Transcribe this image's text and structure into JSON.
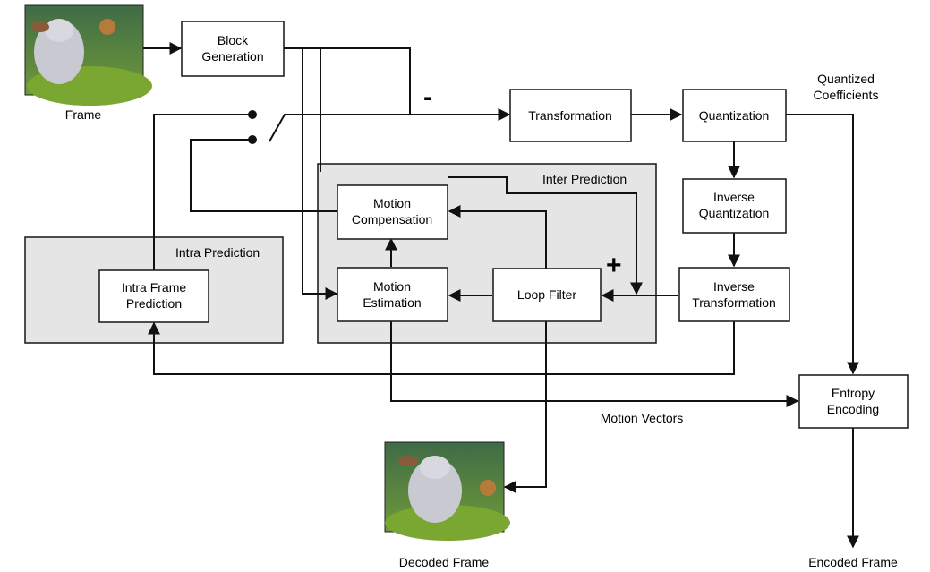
{
  "diagram": {
    "frame_label": "Frame",
    "quantized_coefficients_label": [
      "Quantized",
      "Coefficients"
    ],
    "minus_sign": "-",
    "plus_sign": "+",
    "motion_vectors_label": "Motion Vectors",
    "decoded_frame_label": "Decoded Frame",
    "encoded_frame_label": "Encoded Frame",
    "groups": {
      "inter_prediction": "Inter Prediction",
      "intra_prediction": "Intra Prediction"
    },
    "boxes": {
      "block_generation": [
        "Block",
        "Generation"
      ],
      "transformation": [
        "Transformation"
      ],
      "quantization": [
        "Quantization"
      ],
      "inverse_quantization": [
        "Inverse",
        "Quantization"
      ],
      "inverse_transformation": [
        "Inverse",
        "Transformation"
      ],
      "motion_compensation": [
        "Motion",
        "Compensation"
      ],
      "motion_estimation": [
        "Motion",
        "Estimation"
      ],
      "loop_filter": [
        "Loop Filter"
      ],
      "intra_frame_prediction": [
        "Intra Frame",
        "Prediction"
      ],
      "entropy_encoding": [
        "Entropy",
        "Encoding"
      ]
    },
    "thumbnail_description_icon": "cartoon-bear-frame-icon"
  }
}
